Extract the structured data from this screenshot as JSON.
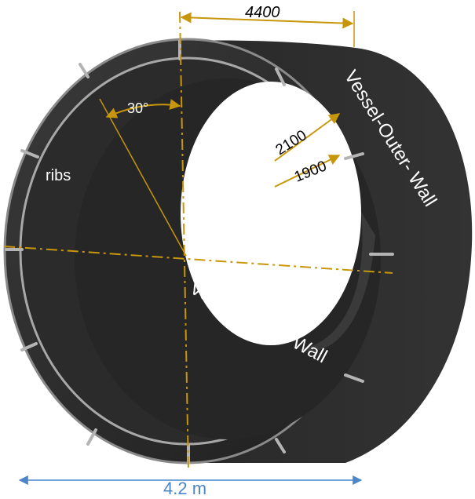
{
  "labels": {
    "length": "4400",
    "angle": "30°",
    "ribs": "ribs",
    "outer_radius": "2100",
    "inner_radius": "1900",
    "outer_wall": "Vessel-Outer- Wall",
    "inner_wall": "Vessel-Inner- Wall",
    "diameter": "4.2 m"
  },
  "colors": {
    "body": "#2e2e2e",
    "dark": "#1c1c1c",
    "edge": "#a8a8a8",
    "dimension": "#c8960a",
    "diameter": "#4a86c8"
  }
}
